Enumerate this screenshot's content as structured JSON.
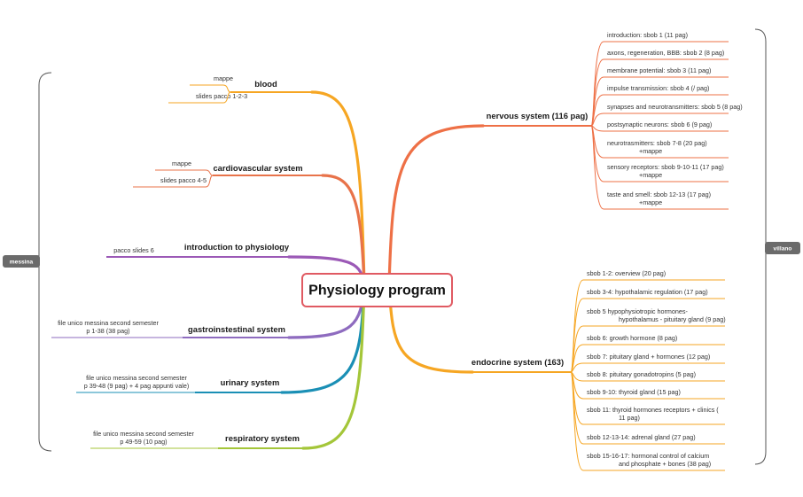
{
  "central": {
    "title": "Physiology program",
    "border_color": "#e05a62"
  },
  "left_group": {
    "label": "messina"
  },
  "right_group": {
    "label": "villano"
  },
  "branches": {
    "blood": {
      "title": "blood",
      "color": "#f6a623",
      "leaves": [
        "mappe",
        "slides pacco 1-2-3"
      ]
    },
    "cardiovascular": {
      "title": "cardiovascular system",
      "color": "#e8734a",
      "leaves": [
        "mappe",
        "slides pacco 4-5"
      ]
    },
    "intro": {
      "title": "introduction to physiology",
      "color": "#9b59b6",
      "leaves": [
        "pacco slides 6"
      ]
    },
    "gastro": {
      "title": "gastroinstestinal system",
      "color": "#8e6bbf",
      "leaves": [
        "file unico messina second semester\np 1-38 (38 pag)"
      ]
    },
    "urinary": {
      "title": "urinary system",
      "color": "#1a8fb5",
      "leaves": [
        "file unico messina second semester\np 39-48 (9 pag) + 4 pag appunti vale)"
      ]
    },
    "respiratory": {
      "title": "respiratory system",
      "color": "#a4c639",
      "leaves": [
        "file unico messina second semester\np 49-59 (10 pag)"
      ]
    },
    "nervous": {
      "title": "nervous system (116 pag)",
      "color": "#ee7046",
      "leaves": [
        "introduction: sbob 1 (11 pag)",
        "axons, regeneration, BBB: sbob 2 (8 pag)",
        "membrane potential: sbob 3 (11 pag)",
        "impulse transmission: sbob 4 (/ pag)",
        "synapses and neurotransmitters: sbob 5 (8 pag)",
        "postsynaptic neurons: sbob 6 (9 pag)",
        "neurotrasmitters: sbob 7-8 (20 pag)\n+mappe",
        "sensory receptors: sbob 9-10-11 (17 pag)\n+mappe",
        "taste and smell: sbob 12-13 (17 pag)\n+mappe"
      ]
    },
    "endocrine": {
      "title": "endocrine system (163)",
      "color": "#f6a623",
      "leaves": [
        "sbob 1-2: overview (20 pag)",
        "sbob 3-4: hypothalamic regulation (17 pag)",
        "sbob 5 hypophysiotropic hormones-\nhypothalamus - pituitary gland (9 pag)",
        "sbob 6: growth hormone (8 pag)",
        "sbob 7: pituitary gland + hormones (12 pag)",
        "sbob 8: pituitary gonadotropins (5 pag)",
        "sbob 9-10: thyroid gland (15 pag)",
        "sbob 11: thyroid hormones receptors + clinics (\n11 pag)",
        "sbob 12-13-14: adrenal gland (27 pag)",
        "sbob 15-16-17: hormonal control of calcium\nand phosphate + bones (38 pag)"
      ]
    }
  }
}
